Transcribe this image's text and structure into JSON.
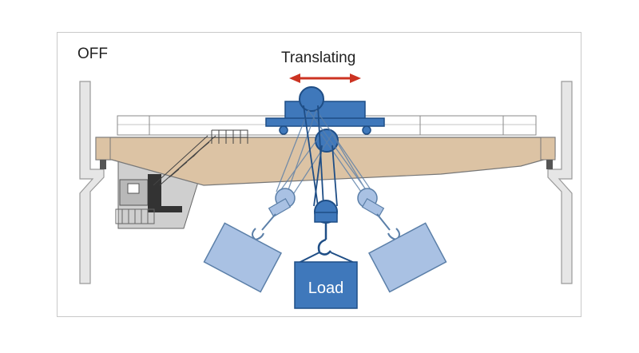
{
  "status": "OFF",
  "motion": "Translating",
  "load_label": "Load",
  "colors": {
    "girder": "#dcc3a4",
    "trolley": "#3f78bb",
    "trolley_dark": "#2d5e9a",
    "swing_load": "#a9c1e3",
    "arrow": "#cc3322",
    "wall": "#e6e6e6",
    "cab": "#cfcfcf"
  }
}
